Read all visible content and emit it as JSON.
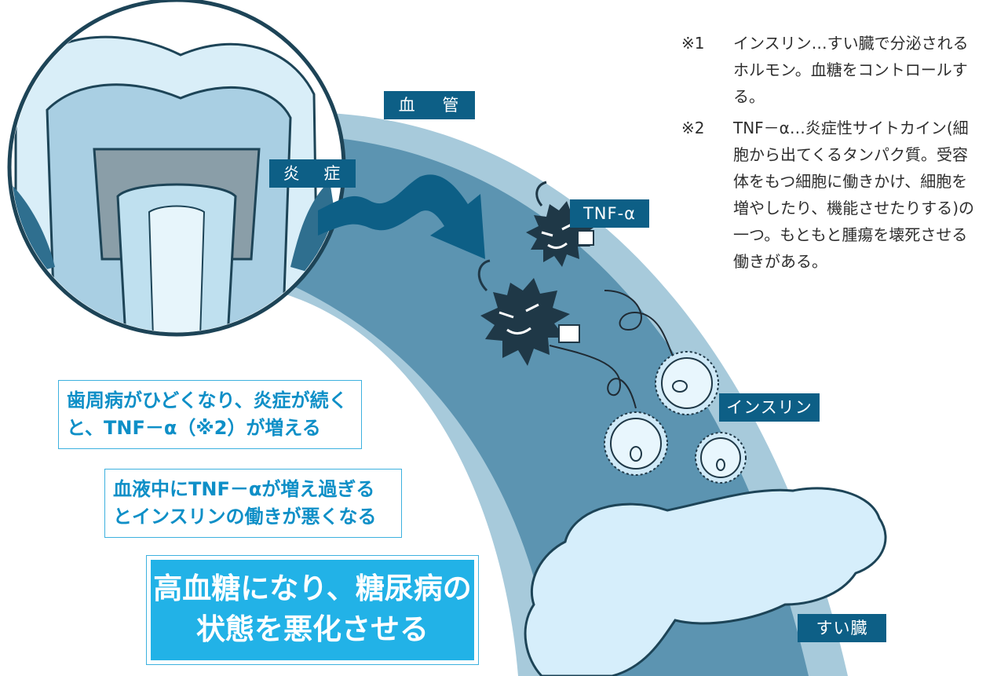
{
  "labels": {
    "vessel": "血 管",
    "inflammation": "炎 症",
    "tnf": "TNF-α",
    "insulin": "インスリン",
    "pancreas": "すい臓"
  },
  "notes": [
    {
      "mark": "※1",
      "text": "インスリン…すい臓で分泌されるホルモン。血糖をコントロールする。"
    },
    {
      "mark": "※2",
      "text": "TNF－α…炎症性サイトカイン(細胞から出てくるタンパク質。受容体をもつ細胞に働きかけ、細胞を増やしたり、機能させたりする)の一つ。もともと腫瘍を壊死させる働きがある。"
    }
  ],
  "steps": [
    "歯周病がひどくなり、炎症が続くと、TNF－α（※2）が増える",
    "血液中にTNF－αが増え過ぎるとインスリンの働きが悪くなる"
  ],
  "result": "高血糖になり、糖尿病の状態を悪化させる",
  "colors": {
    "vessel_outer": "#a7cadb",
    "vessel_inner": "#5c94b1",
    "tag_bg": "#0d5f86",
    "box_border": "#3db1df",
    "box_text": "#0e8fc7",
    "result_bg": "#22b2e7",
    "cell_dark": "#1f3847",
    "insulin_cell": "#cfe9f7",
    "pancreas": "#d6eefb"
  },
  "icons": [
    "tooth-cross-section-icon",
    "arrow-icon",
    "tnf-alpha-cell-icon",
    "insulin-cell-icon",
    "pancreas-icon"
  ]
}
